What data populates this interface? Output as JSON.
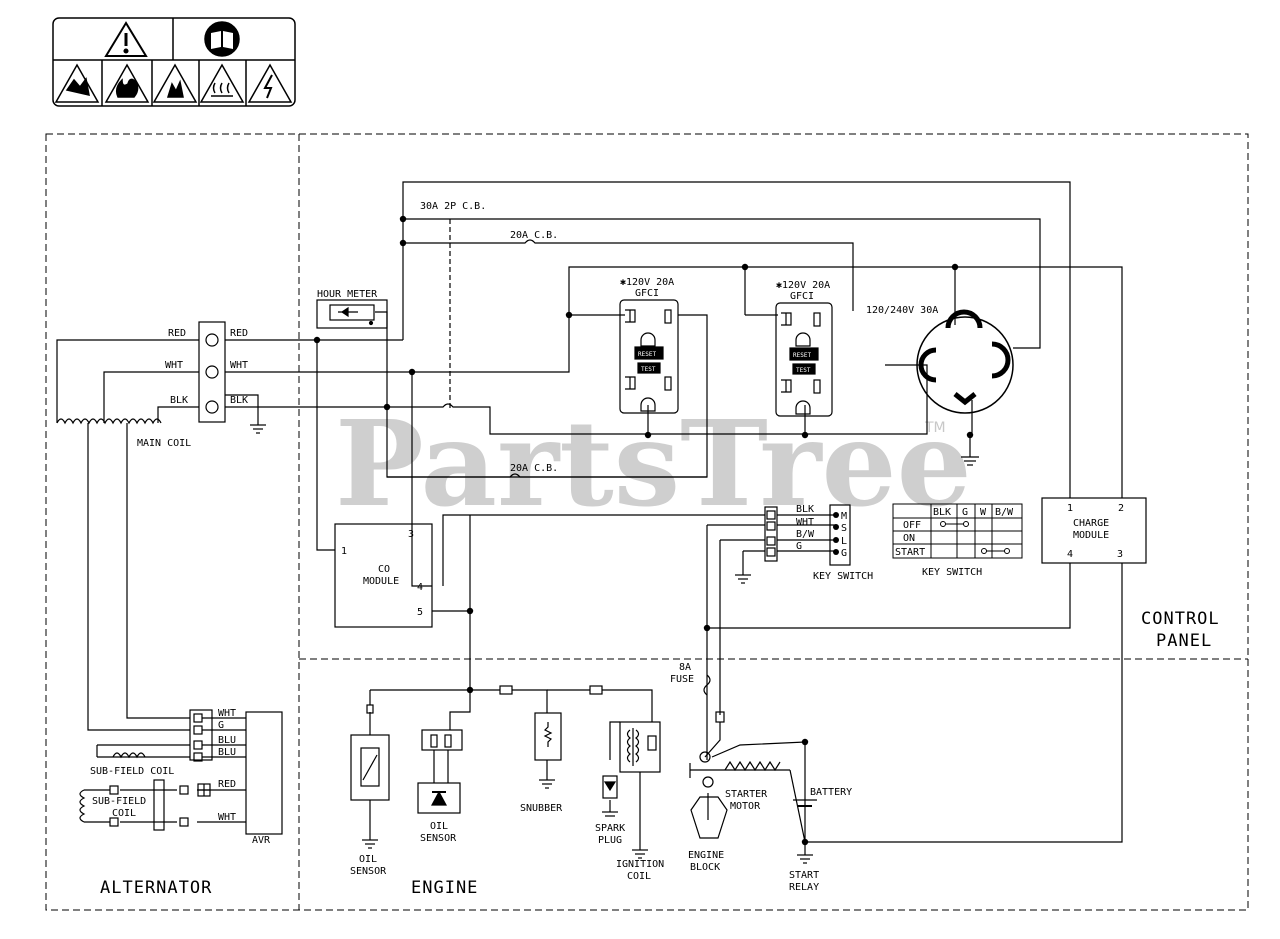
{
  "watermark": {
    "text": "PartsTree",
    "tm": "TM"
  },
  "sections": {
    "alternator": "ALTERNATOR",
    "engine": "ENGINE",
    "control_panel_line1": "CONTROL",
    "control_panel_line2": "PANEL"
  },
  "labels": {
    "breaker_30a": "30A 2P C.B.",
    "breaker_20a_top": "20A C.B.",
    "breaker_20a_mid": "20A C.B.",
    "hour_meter": "HOUR METER",
    "gfci1_line1": "✱120V 20A",
    "gfci1_line2": "GFCI",
    "gfci2_line1": "✱120V 20A",
    "gfci2_line2": "GFCI",
    "reset": "RESET",
    "test": "TEST",
    "twist_lock": "120/240V 30A",
    "red_l": "RED",
    "red_r": "RED",
    "wht_l": "WHT",
    "wht_r": "WHT",
    "blk_l": "BLK",
    "blk_r": "BLK",
    "main_coil": "MAIN COIL",
    "co_module_line1": "CO",
    "co_module_line2": "MODULE",
    "co_pin1": "1",
    "co_pin3": "3",
    "co_pin4": "4",
    "co_pin5": "5",
    "ks_blk": "BLK",
    "ks_wht": "WHT",
    "ks_bw": "B/W",
    "ks_g": "G",
    "ks_m": "M",
    "ks_s": "S",
    "ks_l": "L",
    "ks_gt": "G",
    "key_switch_1": "KEY SWITCH",
    "key_switch_2": "KEY SWITCH",
    "charge_line1": "CHARGE",
    "charge_line2": "MODULE",
    "cm_pin1": "1",
    "cm_pin2": "2",
    "cm_pin3": "3",
    "cm_pin4": "4",
    "fuse_line1": "8A",
    "fuse_line2": "FUSE",
    "avr_wht": "WHT",
    "avr_g": "G",
    "avr_blu1": "BLU",
    "avr_blu2": "BLU",
    "avr_red": "RED",
    "avr_wht2": "WHT",
    "avr": "AVR",
    "sub_field_coil": "SUB-FIELD COIL",
    "sub_field_coil2_line1": "SUB-FIELD",
    "sub_field_coil2_line2": "COIL",
    "oil_sensor1_line1": "OIL",
    "oil_sensor1_line2": "SENSOR",
    "oil_sensor2_line1": "OIL",
    "oil_sensor2_line2": "SENSOR",
    "snubber": "SNUBBER",
    "spark_plug_line1": "SPARK",
    "spark_plug_line2": "PLUG",
    "ignition_line1": "IGNITION",
    "ignition_line2": "COIL",
    "engine_block_line1": "ENGINE",
    "engine_block_line2": "BLOCK",
    "starter_line1": "STARTER",
    "starter_line2": "MOTOR",
    "battery": "BATTERY",
    "start_relay_line1": "START",
    "start_relay_line2": "RELAY"
  },
  "ks_table": {
    "headers": [
      "",
      "BLK",
      "G",
      "W",
      "B/W"
    ],
    "rows": [
      "OFF",
      "ON",
      "START"
    ]
  },
  "icons": [
    "warning-icon",
    "manual-icon",
    "explosion-icon",
    "fire-icon",
    "flame-icon",
    "hot-surface-icon",
    "shock-icon"
  ]
}
